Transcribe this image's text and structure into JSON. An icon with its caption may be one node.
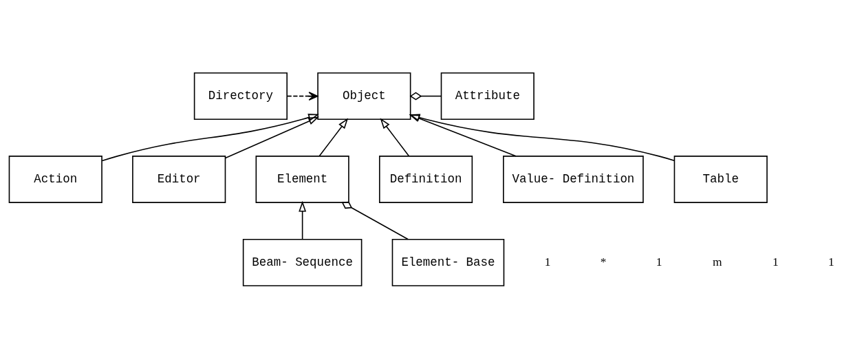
{
  "diagram": {
    "nodes": [
      {
        "text": [
          "Directory"
        ]
      },
      {
        "text": [
          "Object"
        ]
      },
      {
        "text": [
          "Attribute"
        ]
      },
      {
        "text": [
          "Action"
        ]
      },
      {
        "text": [
          "Editor"
        ]
      },
      {
        "text": [
          "Element"
        ]
      },
      {
        "text": [
          "Definition"
        ]
      },
      {
        "text": [
          "Value- Definition"
        ]
      },
      {
        "text": [
          "Table"
        ]
      },
      {
        "text": [
          "Beam- Sequence"
        ]
      },
      {
        "text": [
          "Element- Base"
        ]
      }
    ],
    "edges": [
      {
        "from": 0,
        "to": 1,
        "arrow": "to",
        "style": "dashed"
      },
      {
        "from": 2,
        "to": 1,
        "arrow": "other"
      },
      {
        "from": 3,
        "to": 1,
        "arrow": "to"
      },
      {
        "from": 4,
        "to": 1,
        "arrow": "to"
      },
      {
        "from": 5,
        "to": 1,
        "arrow": "to"
      },
      {
        "from": 6,
        "to": 1,
        "arrow": "to"
      },
      {
        "from": 7,
        "to": 1,
        "arrow": "to"
      },
      {
        "from": 8,
        "to": 1,
        "arrow": "to"
      },
      {
        "from": 9,
        "to": 5,
        "arrow": "to"
      },
      {
        "from": 10,
        "to": 5,
        "arrow": "other"
      }
    ],
    "labels": [
      "1",
      "*",
      "1",
      "m",
      "1",
      "1"
    ]
  }
}
